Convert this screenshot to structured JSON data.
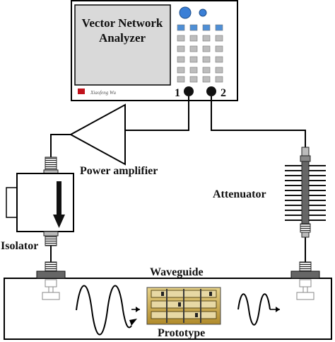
{
  "vna": {
    "title_line1": "Vector Network",
    "title_line2": "Analyzer",
    "brand": "Xiaofeng Wu",
    "port1": "1",
    "port2": "2",
    "screen_color": "#d9d9d9",
    "key_color_top": "#4f8fd6",
    "key_color": "#bdbdbd",
    "knob_color": "#3a7fd6"
  },
  "labels": {
    "power_amplifier": "Power amplifier",
    "attenuator": "Attenuator",
    "isolator": "Isolator",
    "waveguide": "Waveguide",
    "prototype": "Prototype"
  },
  "colors": {
    "line": "#000000",
    "led": "#c0121b",
    "prototype_board": "#c9a94a"
  }
}
